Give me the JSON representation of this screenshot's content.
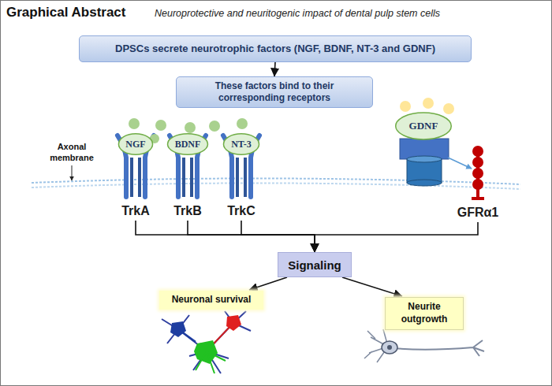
{
  "diagram": {
    "title": "Graphical Abstract",
    "nodes": [
      {
        "text": [
          "DPSCs secrete neurotrophic factors (NGF, BDNF, NT-3 and GDNF)"
        ]
      },
      {
        "text": [
          "These factors bind to their corresponding receptors"
        ]
      },
      {
        "text": [
          "NGF"
        ]
      },
      {
        "text": [
          "BDNF"
        ]
      },
      {
        "text": [
          "NT-3"
        ]
      },
      {
        "text": [
          "GDNF"
        ]
      },
      {
        "text": [
          "TrkA"
        ]
      },
      {
        "text": [
          "TrkB"
        ]
      },
      {
        "text": [
          "TrkC"
        ]
      },
      {
        "text": [
          "GFRα1"
        ]
      },
      {
        "text": [
          "Signaling"
        ]
      },
      {
        "text": [
          "Neuronal survival"
        ]
      },
      {
        "text": [
          "Neurite outgrowth"
        ]
      }
    ],
    "edges": [
      {
        "from": 0,
        "to": 1,
        "arrow": "to"
      },
      {
        "from": 6,
        "to": 10,
        "arrow": "to"
      },
      {
        "from": 7,
        "to": 10,
        "arrow": "to"
      },
      {
        "from": 8,
        "to": 10,
        "arrow": "to"
      },
      {
        "from": 9,
        "to": 10,
        "arrow": "to"
      },
      {
        "from": 10,
        "to": 11,
        "arrow": "to"
      },
      {
        "from": 10,
        "to": 12,
        "arrow": "to"
      }
    ],
    "labels": [
      "Neuroprotective and neuritogenic impact of dental pulp stem cells",
      "Axonal membrane"
    ]
  }
}
